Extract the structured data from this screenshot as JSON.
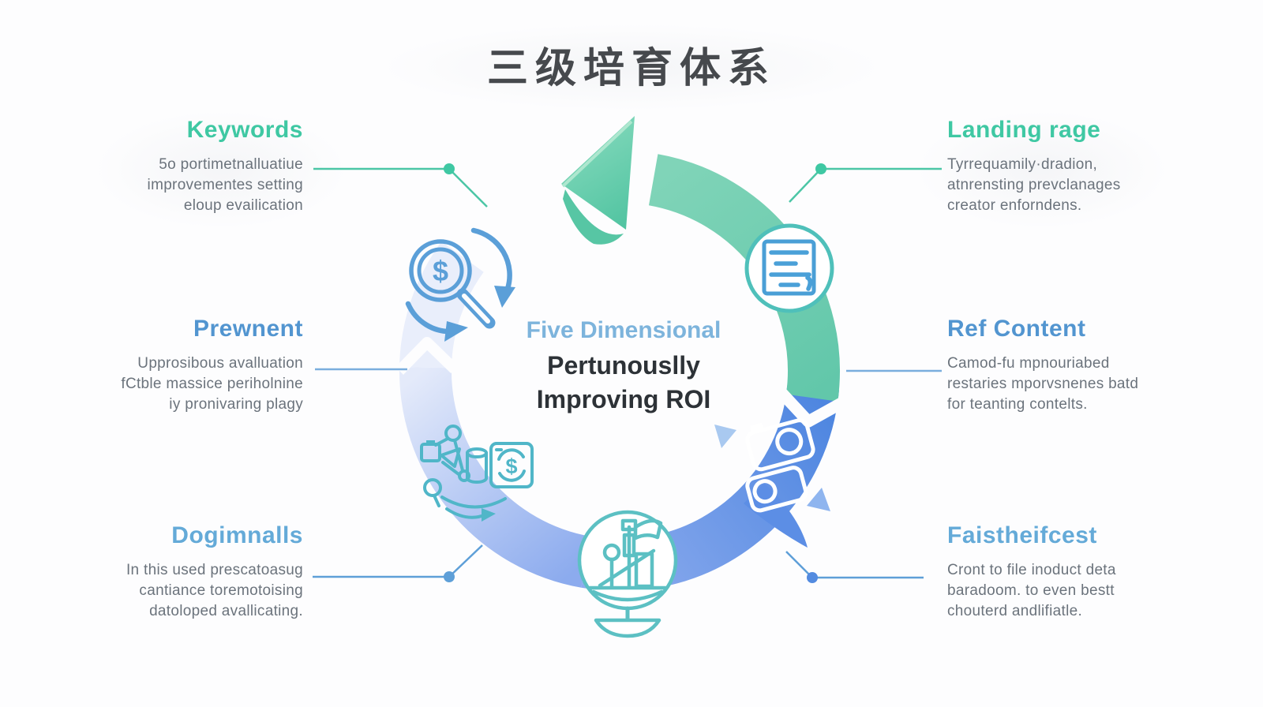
{
  "title": "三级培育体系",
  "center": {
    "line1": "Five Dimensional",
    "line2": "Pertunouslly",
    "line3": "Improving ROI"
  },
  "sections": {
    "keywords": {
      "heading": "Keywords",
      "lines": [
        "5o portimetnalluatiue",
        "improvementes setting",
        "eloup evailication"
      ]
    },
    "landing_page": {
      "heading": "Landing rage",
      "lines": [
        "Tyrrequamily·dradion,",
        "atnrensting prevclanages",
        "creator enforndens."
      ]
    },
    "prewnent": {
      "heading": "Prewnent",
      "lines": [
        "Upprosibous avalluation",
        "fCtble massice periholnine",
        "iy pronivaring plagy"
      ]
    },
    "ref_content": {
      "heading": "Ref Content",
      "lines": [
        "Camod-fu mpnouriabed",
        "restaries mporvsnenes batd",
        "for teanting contelts."
      ]
    },
    "dogimnalls": {
      "heading": "Dogimnalls",
      "lines": [
        "In this used prescatoasug",
        "cantiance toremotoising",
        "datoloped avallicating."
      ]
    },
    "faistheifcest": {
      "heading": "Faistheifcest",
      "lines": [
        "Cront to file inoduct deta",
        "baradoom. to even bestt",
        "chouterd andlifiatle."
      ]
    }
  },
  "icons": {
    "top_left": "money-search-icon",
    "top_right": "document-icon",
    "right": "sync-cameras-icon",
    "bottom": "sailing-chart-icon",
    "left": "data-network-icon"
  },
  "colors": {
    "teal_heading": "#3fc8a3",
    "blue_heading": "#5295d0",
    "light_blue_heading": "#64aad8",
    "body_text": "#6b737c",
    "title_text": "#46494d",
    "center_blue": "#7db4dc",
    "center_dark": "#2d3237",
    "ring_green": "#68cbac",
    "ring_blue": "#4f87e1",
    "ring_fade": "#aec5f2",
    "ring_pale": "#e9edfa",
    "icon_blue": "#5b9fd8",
    "icon_teal": "#54bcc0"
  }
}
